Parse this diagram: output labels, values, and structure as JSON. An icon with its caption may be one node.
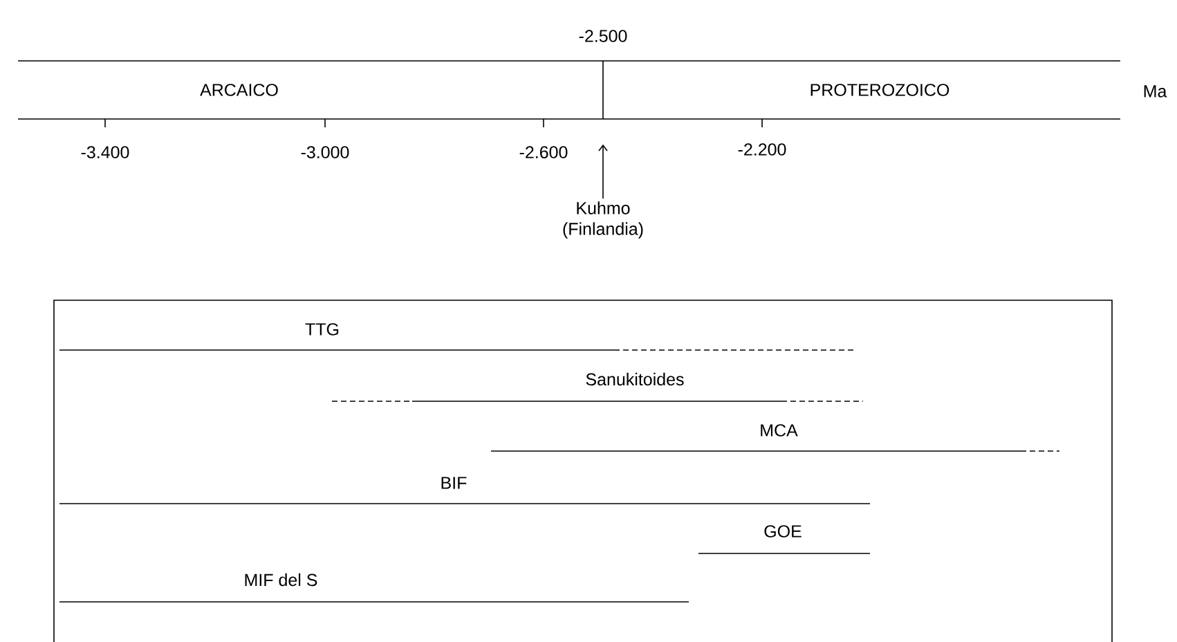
{
  "diagram": {
    "nodes": [
      {
        "text": [
          "Kuhmo (Finlandia)"
        ]
      },
      {
        "text": [
          "-2.600"
        ]
      }
    ],
    "edges": [
      {
        "from": 0,
        "to": 1,
        "arrow": "to"
      }
    ],
    "labels": [
      "-2.500",
      "ARCAICO",
      "PROTEROZOICO",
      "Ma",
      "-3.400",
      "-3.000",
      "-2.200",
      "TTG",
      "Sanukitoides",
      "MCA",
      "BIF",
      "GOE",
      "MIF del S"
    ]
  }
}
